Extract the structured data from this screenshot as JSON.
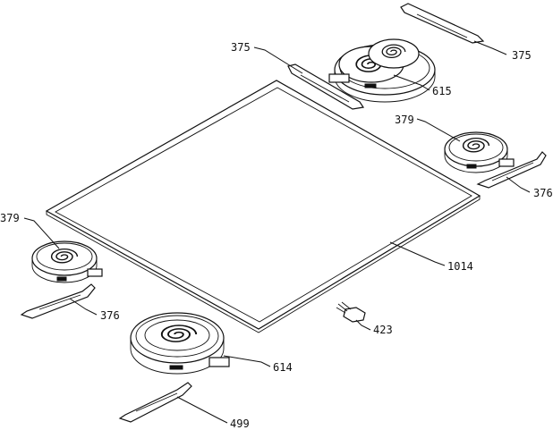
{
  "callouts": {
    "c375_top": "375",
    "c375_right": "375",
    "c615": "615",
    "c379_right": "379",
    "c376_right": "376",
    "c379_left": "379",
    "c1014": "1014",
    "c376_left": "376",
    "c423": "423",
    "c614": "614",
    "c499": "499"
  }
}
